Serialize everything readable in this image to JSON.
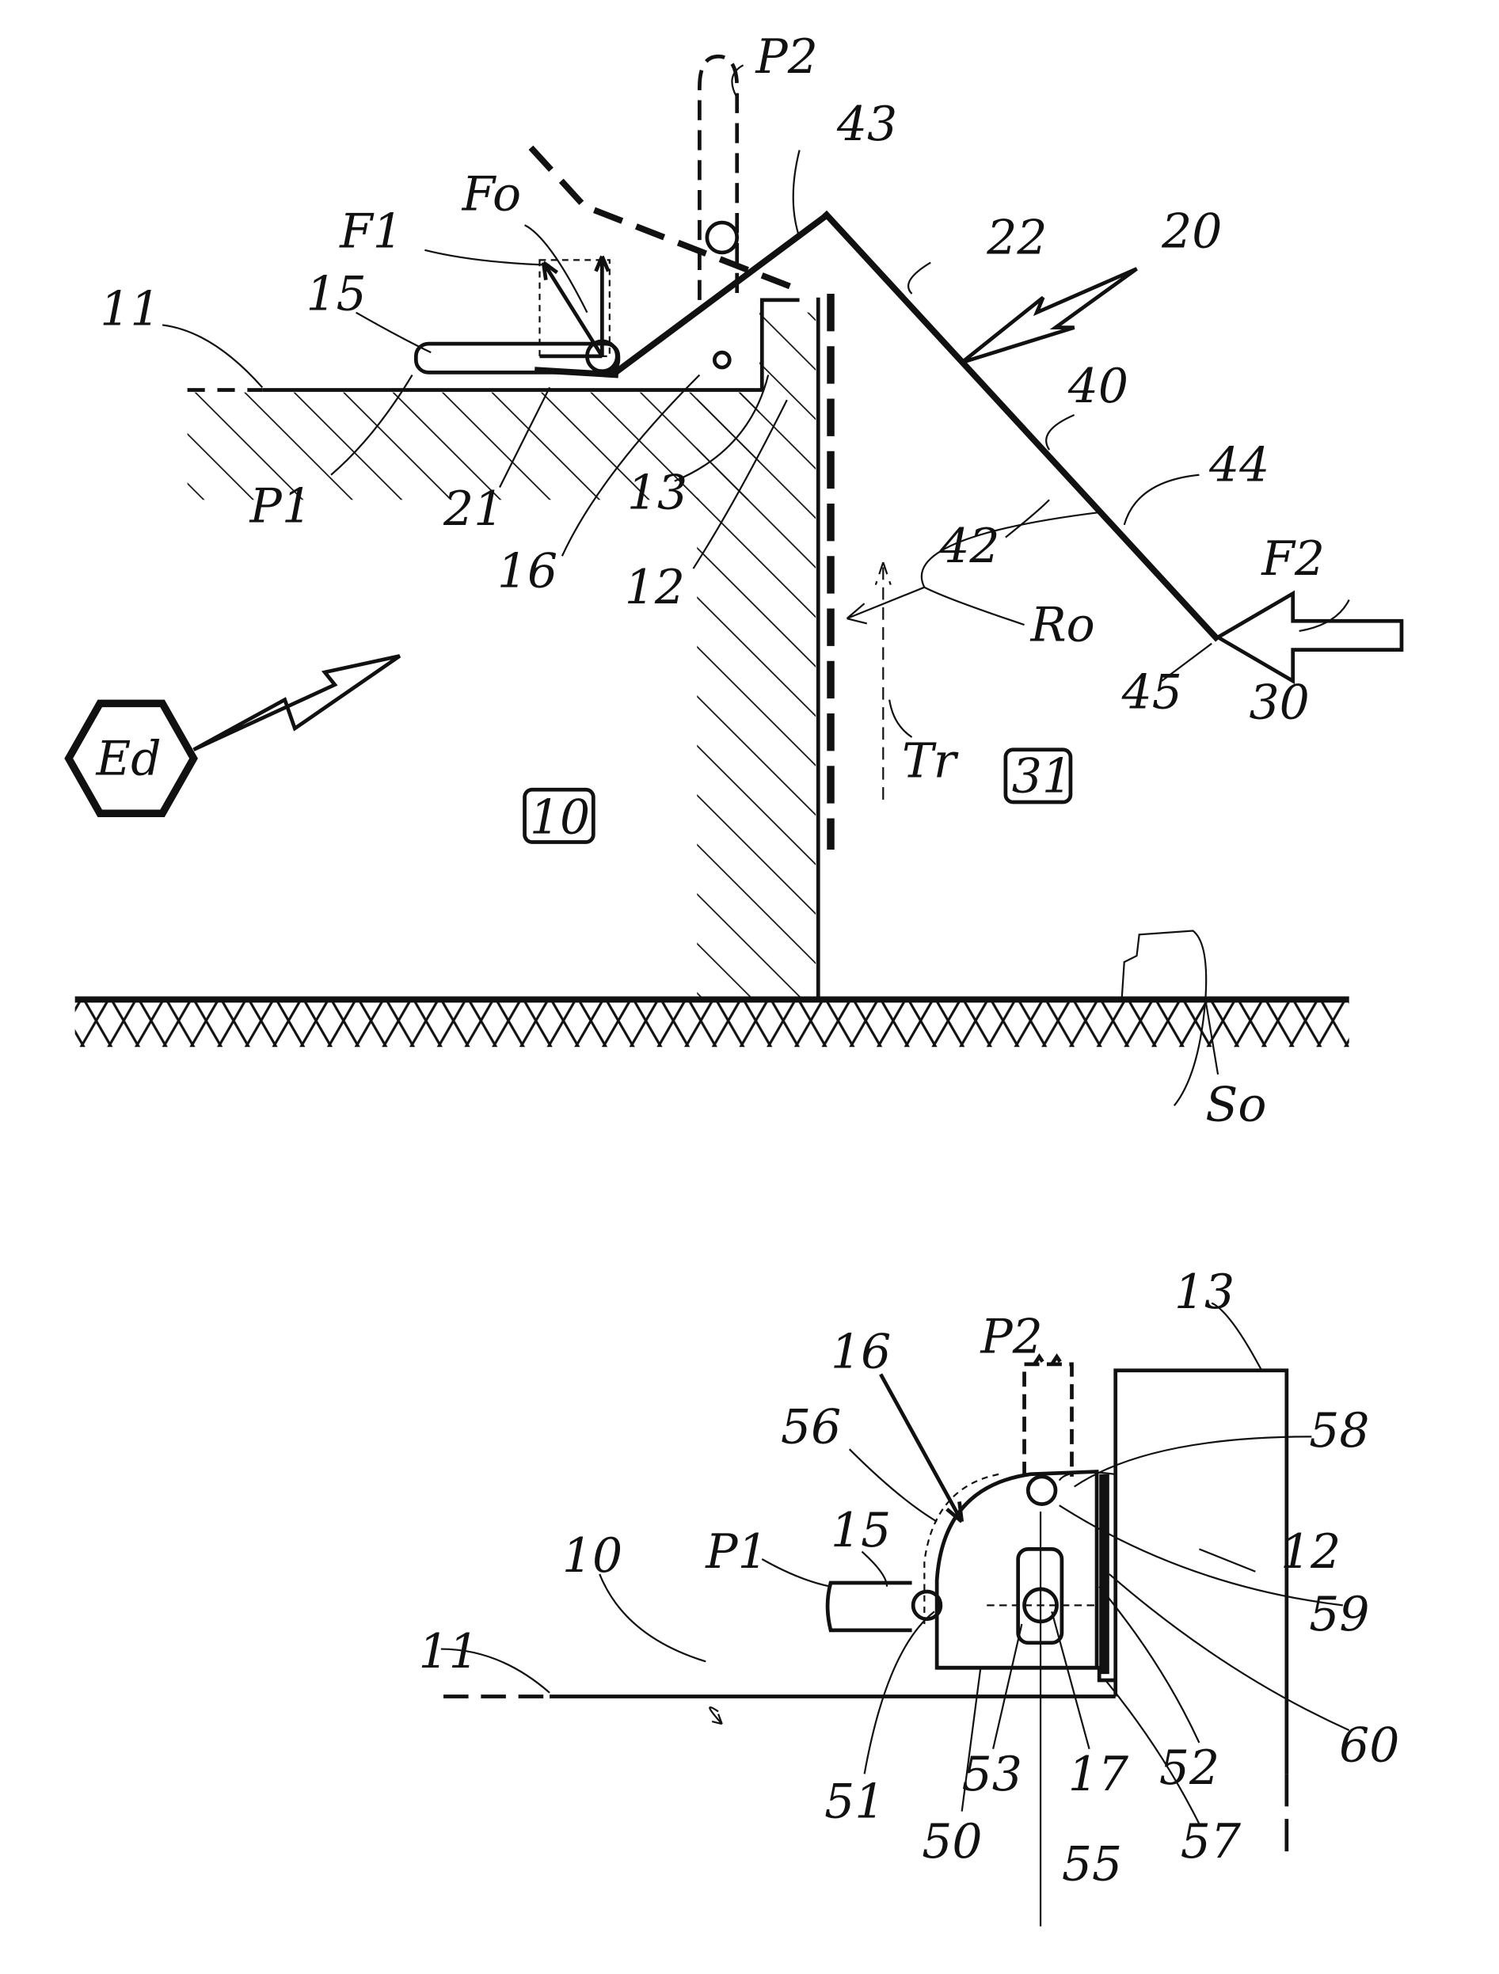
{
  "figure_top": {
    "labels": [
      "P2",
      "43",
      "Fo",
      "F1",
      "15",
      "11",
      "22",
      "20",
      "40",
      "44",
      "42",
      "F2",
      "Ro",
      "45",
      "30",
      "P1",
      "21",
      "16",
      "13",
      "12",
      "Tr",
      "31",
      "10",
      "Ed",
      "So"
    ]
  },
  "figure_bottom": {
    "labels": [
      "13",
      "16",
      "P2",
      "58",
      "56",
      "15",
      "P1",
      "12",
      "10",
      "59",
      "11",
      "60",
      "52",
      "53",
      "17",
      "51",
      "50",
      "57",
      "55"
    ]
  }
}
